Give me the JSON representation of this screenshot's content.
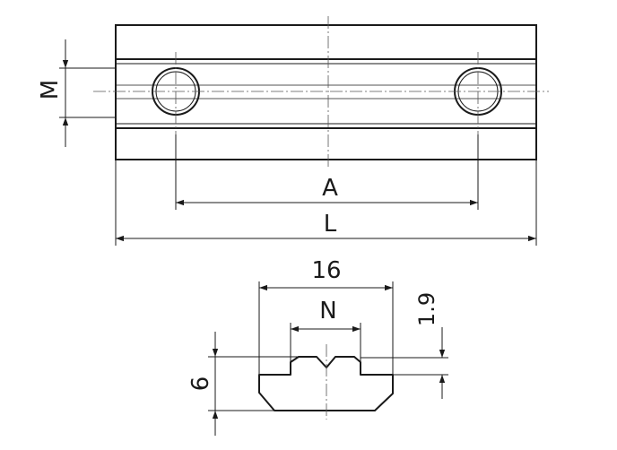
{
  "labels": {
    "m": "M",
    "a": "A",
    "l": "L",
    "width": "16",
    "n": "N",
    "slot_height": "1.9",
    "height": "6"
  },
  "colors": {
    "line": "#1a1a1a",
    "center_line": "#555555",
    "background": "#ffffff"
  }
}
